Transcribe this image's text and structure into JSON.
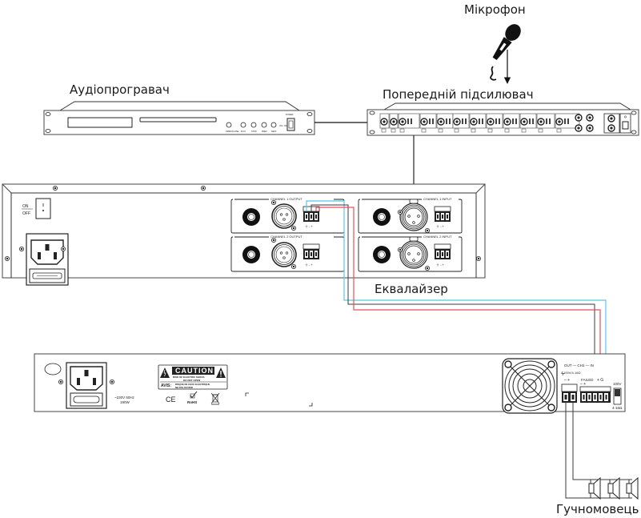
{
  "labels": {
    "microphone": "Мікрофон",
    "audio_player": "Аудіопрогравач",
    "preamplifier": "Попередній підсилювач",
    "equalizer": "Еквалайзер",
    "speaker": "Гучномовець"
  },
  "audio_player": {
    "buttons": [
      "OPEN/CLOSE",
      "PLAY",
      "STOP",
      "PREV",
      "NEXT"
    ],
    "power_label": "POWER",
    "switch_label": "ON / OFF"
  },
  "equalizer": {
    "power_on": "ON",
    "power_off": "OFF",
    "sections": {
      "ch1_output": "CHANNEL 1 OUTPUT",
      "ch2_output": "CHANNEL 2 OUTPUT",
      "ch1_input": "CHANNEL 1 INPUT",
      "ch2_input": "CHANNEL 2 INPUT"
    },
    "terminal_marks": "⏚  -  +"
  },
  "amplifier": {
    "power_rating_line1": "~230V 50Hz",
    "power_rating_line2": "190W",
    "caution_title": "CAUTION",
    "caution_line1": "RISK OF ELECTRIC SHOCK",
    "caution_line2": "DO NOT OPEN",
    "avis_label": "AVIS:",
    "avis_line1": "RISQUE DE CHOC ELECTRIQUE",
    "avis_line2": "NE PAS OUVRIR",
    "ce_mark": "CE",
    "rohs_mark": "RoHS",
    "ch_label": "OUT — CH1 — IN",
    "output_spec": "100V/4-16Ω",
    "out_polarity": "–  +",
    "failed_label": "FAILED",
    "failed_polarity": "–  +",
    "in_polarity": "+  G",
    "switch_top": "100V",
    "switch_bottom": "4-16Ω"
  },
  "colors": {
    "wire_red": "#e8505b",
    "wire_blue": "#5ec4e8",
    "wire_black": "#3a3a3a"
  }
}
